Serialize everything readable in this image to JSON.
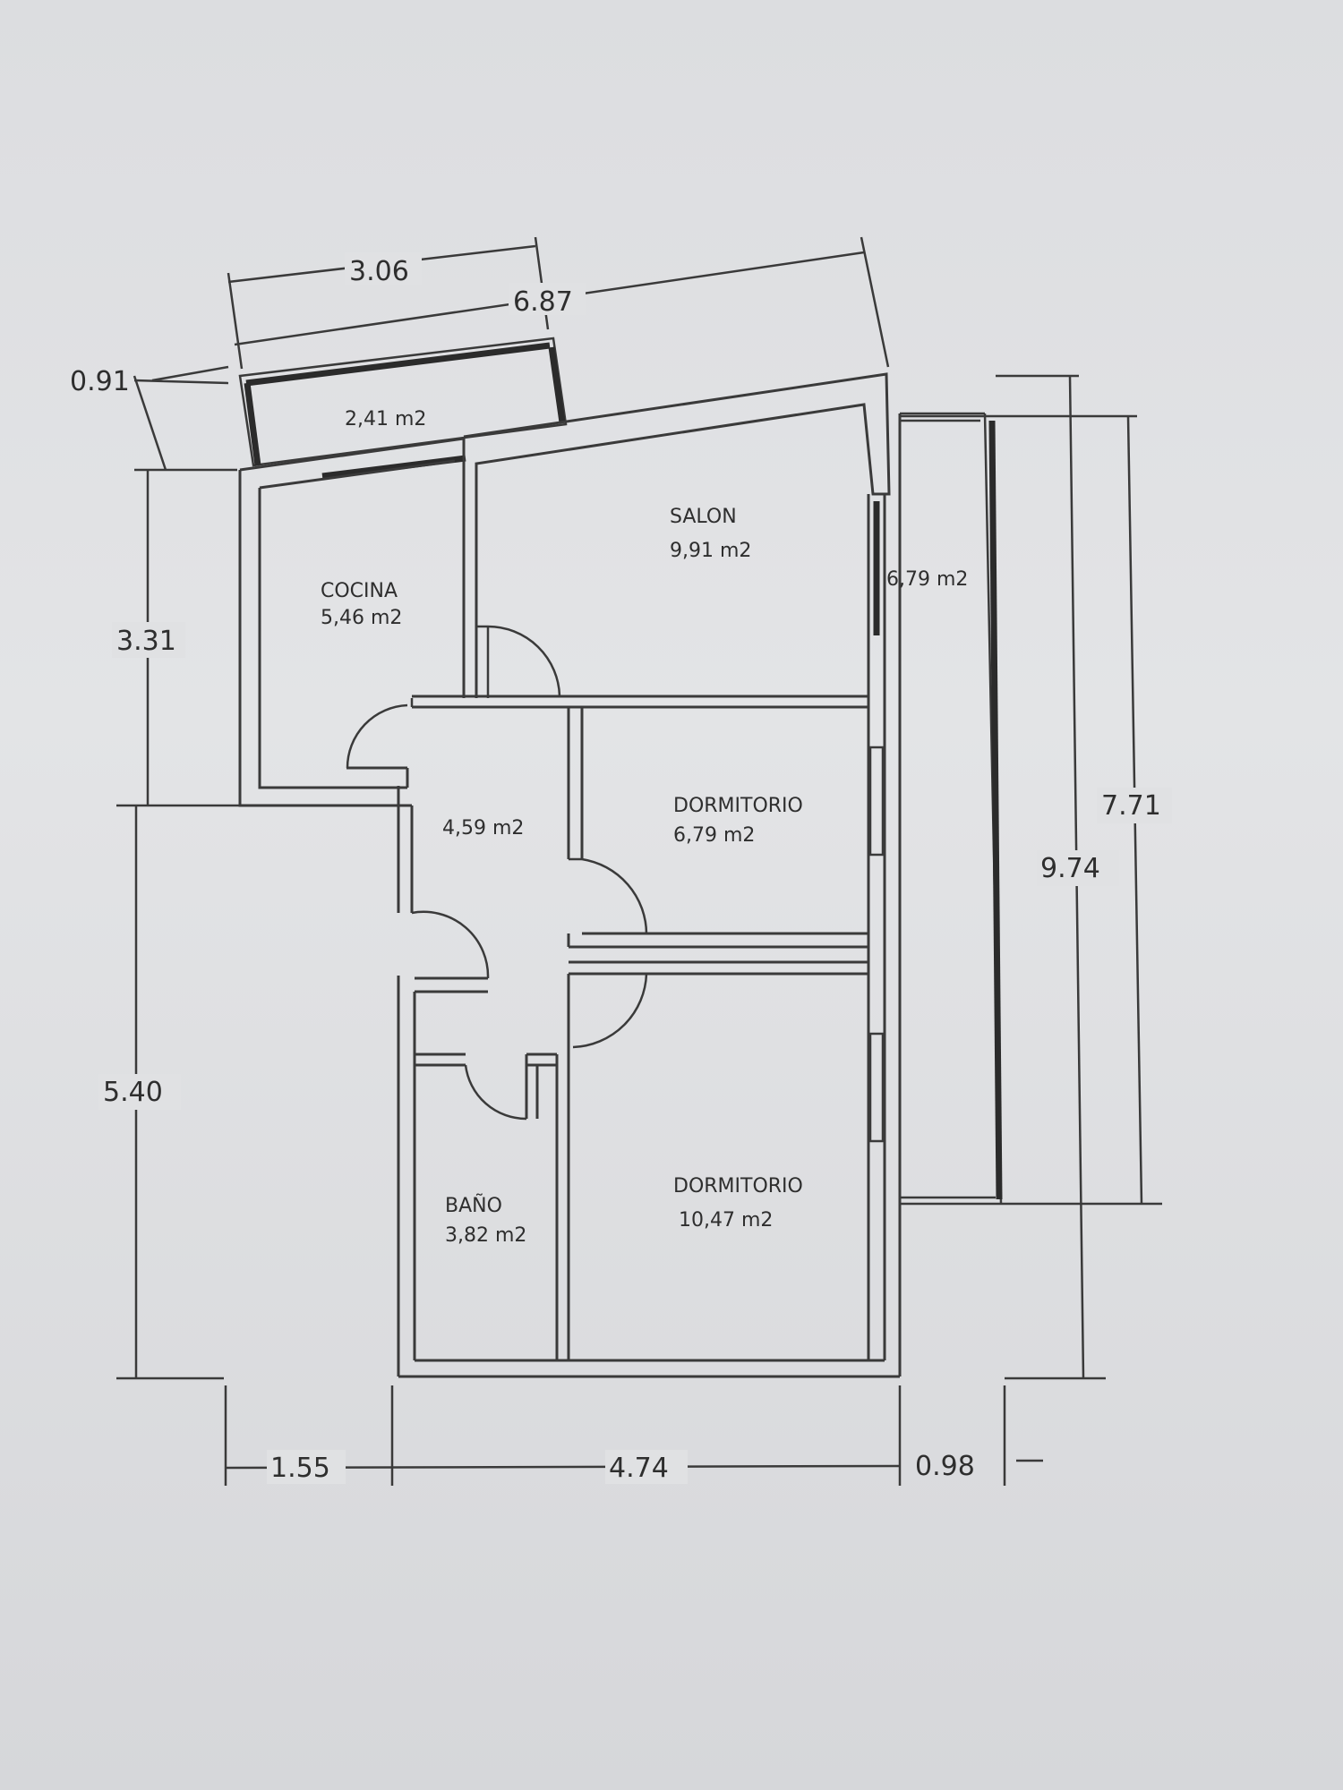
{
  "rooms": {
    "terrace": {
      "area": "2,41 m2"
    },
    "salon": {
      "name": "SALON",
      "area": "9,91 m2"
    },
    "balcony": {
      "area": "6,79 m2"
    },
    "cocina": {
      "name": "COCINA",
      "area": "5,46 m2"
    },
    "hall": {
      "area": "4,59 m2"
    },
    "dormitorio1": {
      "name": "DORMITORIO",
      "area": "6,79 m2"
    },
    "dormitorio2": {
      "name": "DORMITORIO",
      "area": "10,47 m2"
    },
    "bano": {
      "name": "BAÑO",
      "area": "3,82 m2"
    }
  },
  "dimensions": {
    "top_terrace_width": "3.06",
    "top_total_width": "6.87",
    "left_offset": "0.91",
    "left_upper_height": "3.31",
    "left_lower_height": "5.40",
    "right_total_height": "9.74",
    "right_balcony_height": "7.71",
    "bottom_left_width": "1.55",
    "bottom_main_width": "4.74",
    "bottom_right_width": "0.98"
  }
}
